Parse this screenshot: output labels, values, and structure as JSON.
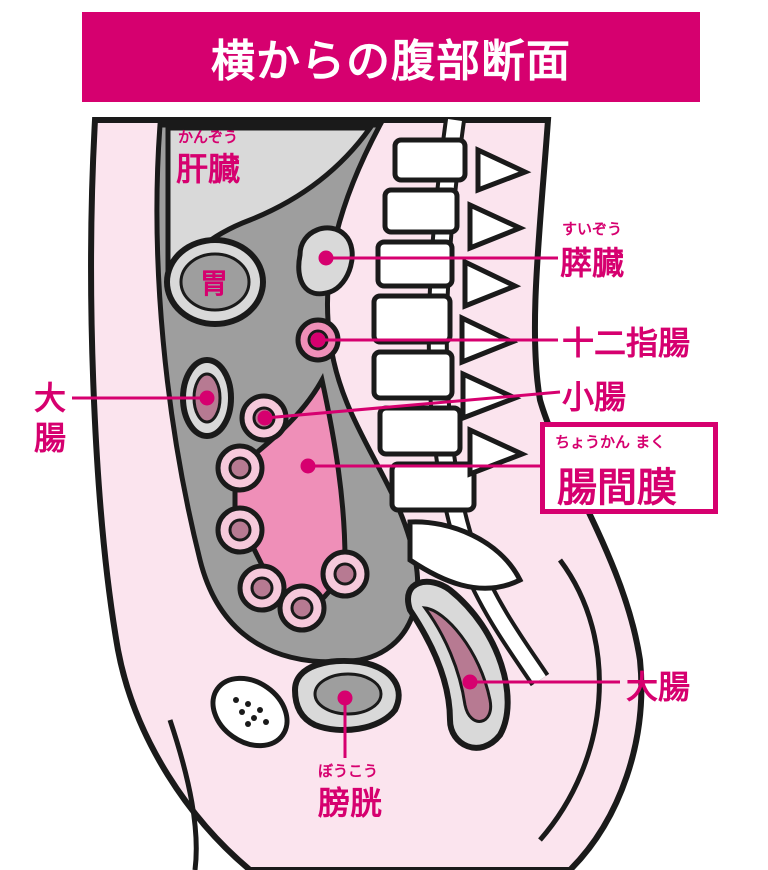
{
  "title": "横からの腹部断面",
  "labels": {
    "liver": {
      "ruby": "かんぞう",
      "text": "肝臓"
    },
    "stomach": {
      "text": "胃"
    },
    "pancreas": {
      "ruby": "すいぞう",
      "text": "膵臓"
    },
    "duodenum": {
      "text": "十二指腸"
    },
    "small_intestine": {
      "text": "小腸"
    },
    "mesentery": {
      "ruby": "ちょうかん まく",
      "text": "腸間膜"
    },
    "large_intestine_left_1": "大",
    "large_intestine_left_2": "腸",
    "large_intestine_right": {
      "text": "大腸"
    },
    "bladder": {
      "ruby": "ぼうこう",
      "text": "膀胱"
    }
  },
  "colors": {
    "accent": "#d6006f",
    "body_fill": "#fbe4ee",
    "organ_gray": "#9e9e9e",
    "organ_light": "#d9d9d9",
    "intestine_fill": "#b77a92",
    "mesentery_fill": "#ef8fb8",
    "outline": "#1a1a1a"
  }
}
